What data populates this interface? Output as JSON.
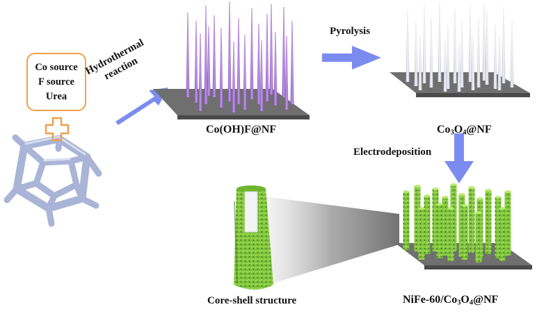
{
  "source_box": {
    "lines": [
      "Co source",
      "F source",
      "Urea"
    ]
  },
  "plus_symbol": "+",
  "steps": {
    "hydrothermal": [
      "Hydrothermal",
      "reaction"
    ],
    "pyrolysis": "Pyrolysis",
    "electrodeposition": "Electrodeposition"
  },
  "products": {
    "cooh_f": "Co(OH)F@NF",
    "co3o4": {
      "pre": "Co",
      "sub1": "3",
      "mid": "O",
      "sub2": "4",
      "post": "@NF"
    },
    "nife": {
      "pre": "NiFe-60/Co",
      "sub1": "3",
      "mid": "O",
      "sub2": "4",
      "post": "@NF"
    },
    "core_shell": "Core-shell structure"
  },
  "colors": {
    "source_border": "#f0a048",
    "plus": "#f0a048",
    "arrow": "#7b8cf0",
    "substrate": "#6f6f6f",
    "needle_purple": "#a070d0",
    "needle_white": "#dcdce8",
    "rod_green": "#8fd14a",
    "fullerene": "#b4bedc"
  }
}
